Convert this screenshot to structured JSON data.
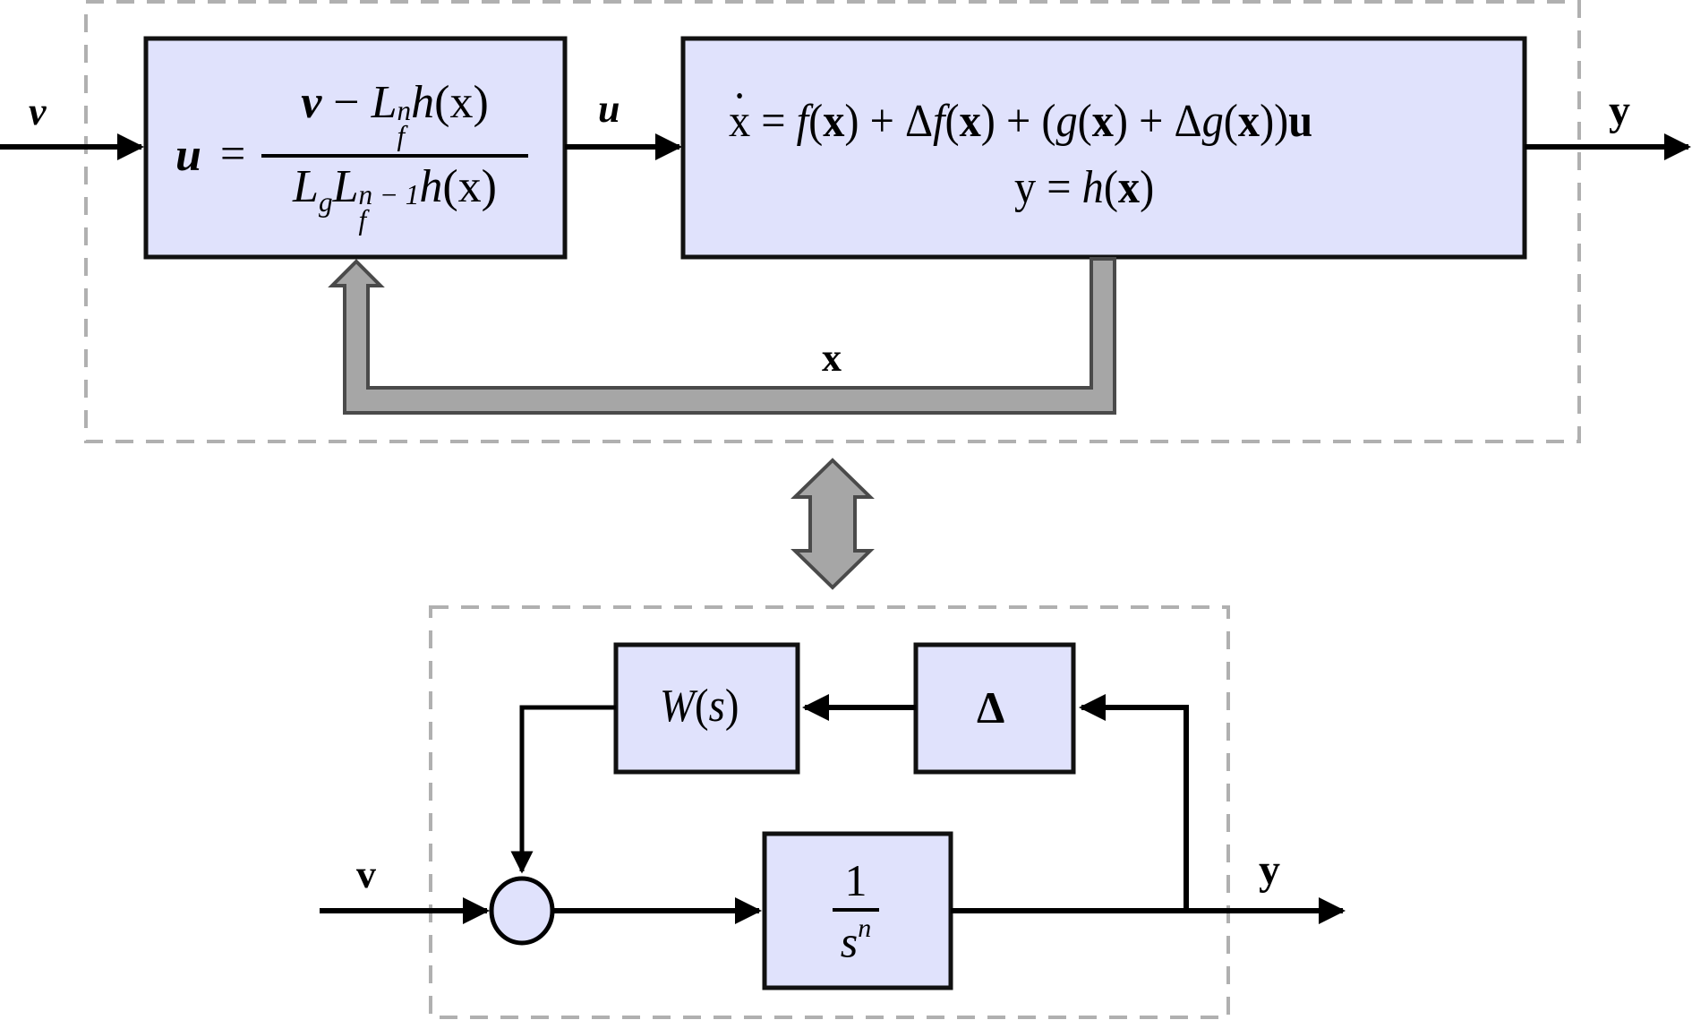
{
  "colors": {
    "block_fill": "#e0e2fc",
    "block_stroke": "#111111",
    "line": "#000000",
    "dashed_border": "#b0b0b0",
    "thick_arrow_fill": "#a6a6a6",
    "thick_arrow_stroke": "#4a4a4a"
  },
  "top_system": {
    "input_label": "v",
    "controller": {
      "lhs": "u",
      "equals": "=",
      "numerator": {
        "v": "v",
        "minus": " − ",
        "L": "L",
        "L_sub": "f",
        "L_sup": "n",
        "h": "h",
        "arg": "(x)"
      },
      "denominator": {
        "Lg": "L",
        "Lg_sub": "g",
        "Lf": "L",
        "Lf_sub": "f",
        "Lf_sup": "n − 1",
        "h": "h",
        "arg": "(x)"
      }
    },
    "control_signal_label": "u",
    "plant": {
      "line1": {
        "xdot": "x",
        "eq": " = ",
        "f": "f",
        "f_arg_open": "(",
        "f_arg": "x",
        "f_arg_close": ")",
        "plus1": " + Δ",
        "df": "f",
        "df_open": "(",
        "df_arg": "x",
        "df_close": ")",
        "plus2": " + (",
        "g": "g",
        "g_open": "(",
        "g_arg": "x",
        "g_close": ")",
        "plus3": " + Δ",
        "dg": "g",
        "dg_open": "(",
        "dg_arg": "x",
        "dg_close": "))",
        "u": "u"
      },
      "line2": {
        "y": "y",
        "eq": " = ",
        "h": "h",
        "open": "(",
        "arg": "x",
        "close": ")"
      }
    },
    "output_label": "y",
    "feedback_label": "x"
  },
  "equivalence_icon": "double-vertical-arrow",
  "bottom_system": {
    "input_label": "v",
    "w_block": {
      "W": "W",
      "open": "(",
      "s": "s",
      "close": ")"
    },
    "delta_block": "Δ",
    "integrator": {
      "numerator": "1",
      "denominator_base": "s",
      "denominator_sup": "n"
    },
    "output_label": "y"
  }
}
